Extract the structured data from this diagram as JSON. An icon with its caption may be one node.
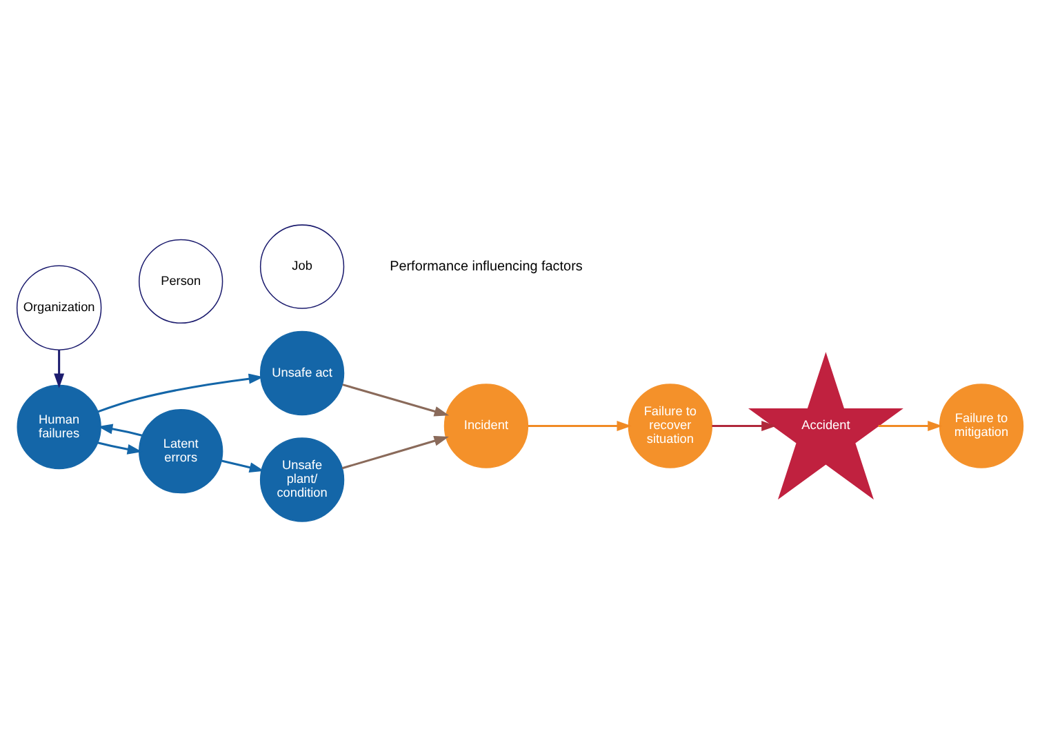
{
  "diagram": {
    "nodes": [
      {
        "text": [
          "Human failures"
        ]
      },
      {
        "text": [
          "Unsafe act"
        ]
      },
      {
        "text": [
          "Latent errors"
        ]
      },
      {
        "text": [
          "Unsafe plant/ condition"
        ]
      },
      {
        "text": [
          "Incident"
        ]
      },
      {
        "text": [
          "Failure to recover situation"
        ]
      },
      {
        "text": [
          "Accident"
        ]
      },
      {
        "text": [
          "Failure to mitigation"
        ]
      },
      {
        "text": [
          "Organization"
        ]
      },
      {
        "text": [
          "Person"
        ]
      },
      {
        "text": [
          "Job"
        ]
      }
    ],
    "edges": [
      {
        "from": 0,
        "to": 1,
        "arrow": "to"
      },
      {
        "from": 0,
        "to": 2,
        "arrow": "to"
      },
      {
        "from": 2,
        "to": 0,
        "arrow": "to"
      },
      {
        "from": 2,
        "to": 3,
        "arrow": "to"
      },
      {
        "from": 1,
        "to": 4,
        "arrow": "to",
        "color": "#8a6a5a"
      },
      {
        "from": 3,
        "to": 4,
        "arrow": "to",
        "color": "#8a6a5a"
      },
      {
        "from": 4,
        "to": 5,
        "arrow": "to",
        "color": "#f08a24"
      },
      {
        "from": 5,
        "to": 6,
        "arrow": "to",
        "color": "#b0283a"
      },
      {
        "from": 6,
        "to": 7,
        "arrow": "to",
        "color": "#f08a24"
      },
      {
        "from": 8,
        "to": 0,
        "arrow": "to",
        "color": "#1c1c6e"
      }
    ],
    "labels": [
      "Performance influencing factors"
    ]
  }
}
